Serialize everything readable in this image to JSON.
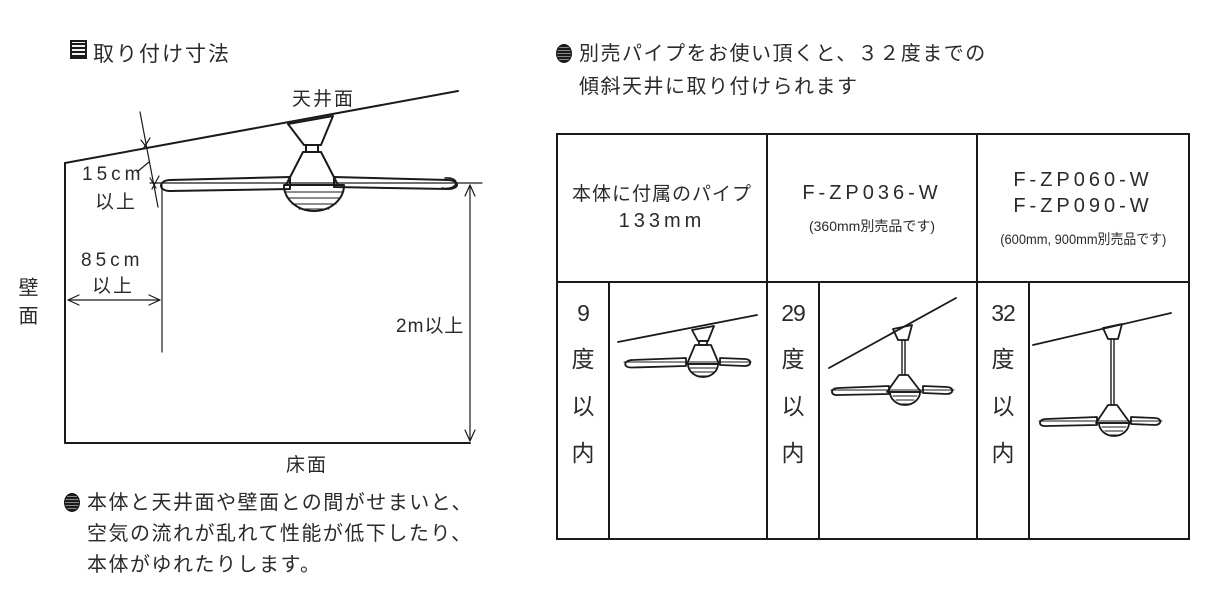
{
  "colors": {
    "ink": "#1a1a1a",
    "bg": "#ffffff"
  },
  "icons": {
    "section_marker": "striped-square-icon",
    "note_bullet": "striped-circle-icon"
  },
  "install_section": {
    "title": "取り付け寸法",
    "labels": {
      "ceiling": "天井面",
      "wall": "壁面",
      "floor": "床面",
      "gap_ceiling_value": "15cm",
      "gap_ceiling_min": "以上",
      "gap_wall_value": "85cm",
      "gap_wall_min": "以上",
      "gap_floor": "2m以上"
    },
    "note_lines": [
      "本体と天井面や壁面との間がせまいと、",
      "空気の流れが乱れて性能が低下したり、",
      "本体がゆれたりします。"
    ]
  },
  "pipe_section": {
    "intro_lines": [
      "別売パイプをお使い頂くと、３２度までの",
      "傾斜天井に取り付けられます"
    ],
    "table": {
      "columns": [
        {
          "header_line1": "本体に付属のパイプ",
          "header_line2": "133mm",
          "header_note": "",
          "angle_label": "9度以内",
          "angle_chars": [
            "9",
            "度",
            "以",
            "内"
          ]
        },
        {
          "header_line1": "F-ZP036-W",
          "header_line2": "",
          "header_note": "(360mm別売品です)",
          "angle_label": "29度以内",
          "angle_chars": [
            "29",
            "度",
            "以",
            "内"
          ]
        },
        {
          "header_line1": "F-ZP060-W",
          "header_line2": "F-ZP090-W",
          "header_note": "(600mm, 900mm別売品です)",
          "angle_label": "32度以内",
          "angle_chars": [
            "32",
            "度",
            "以",
            "内"
          ]
        }
      ]
    }
  }
}
